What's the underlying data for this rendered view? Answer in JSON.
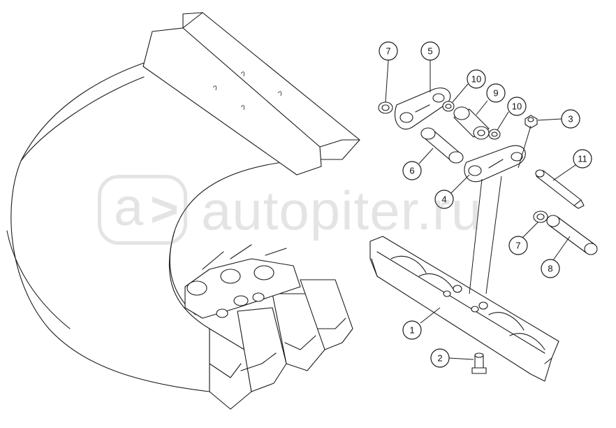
{
  "diagram": {
    "callouts": [
      {
        "id": "c7a",
        "label": "7"
      },
      {
        "id": "c5",
        "label": "5"
      },
      {
        "id": "c10a",
        "label": "10"
      },
      {
        "id": "c9",
        "label": "9"
      },
      {
        "id": "c10b",
        "label": "10"
      },
      {
        "id": "c3",
        "label": "3"
      },
      {
        "id": "c11",
        "label": "11"
      },
      {
        "id": "c6",
        "label": "6"
      },
      {
        "id": "c4",
        "label": "4"
      },
      {
        "id": "c7b",
        "label": "7"
      },
      {
        "id": "c8",
        "label": "8"
      },
      {
        "id": "c1",
        "label": "1"
      },
      {
        "id": "c2",
        "label": "2"
      }
    ]
  },
  "watermark": {
    "logo_letter": "a",
    "logo_chevron": ">",
    "text": "autopiter.ru",
    "color": "#8a8a8a"
  }
}
